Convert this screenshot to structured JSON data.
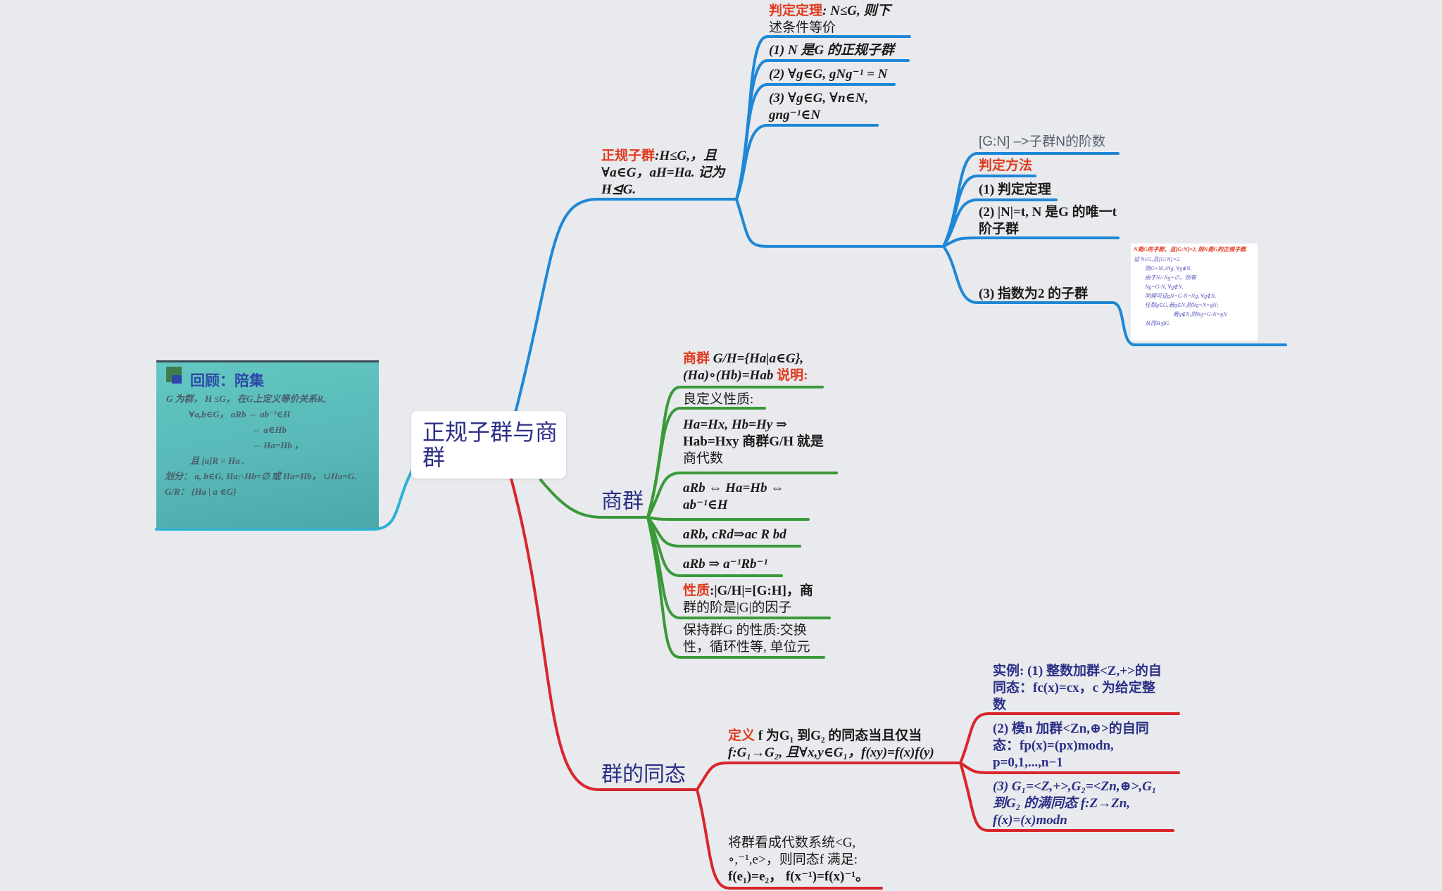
{
  "central_topic": "正规子群与商群",
  "photo": {
    "heading": "回顾：陪集",
    "lines": [
      "G 为群， H ≤G， 在G上定义等价关系R,",
      "∀a,b∈G， aRb ⇔ ab⁻¹∈H",
      "⇔ a∈Hb",
      "⇔ Ha=Hb ，",
      "且 [a]R = Ha .",
      "划分： a, b∈G, Ha∩Hb=∅ 或 Ha=Hb， ∪Ha=G.",
      "G/R： {Ha | a ∈G}"
    ]
  },
  "normal_subgroup": {
    "label": "正规子群",
    "text_a": ":H≤G,，且",
    "text_b": "∀a∈G，aH=Ha. 记为",
    "text_c": "H⊴G.",
    "theorem_label": "判定定理",
    "theorem_text_a": ": N≤G, 则下",
    "theorem_text_b": "述条件等价",
    "cond1": "(1) N 是G 的正规子群",
    "cond2": "(2) ∀g∈G, gNg⁻¹ = N",
    "cond3_a": "(3) ∀g∈G, ∀n∈N,",
    "cond3_b": "gng⁻¹∈N",
    "index_note": "[G:N] –>子群N的阶数",
    "method_label": "判定方法",
    "method1": "(1) 判定定理",
    "method2_a": "(2) |N|=t, N 是G 的唯一t",
    "method2_b": "阶子群",
    "method3": "(3) 指数为2 的子群",
    "thumb_title": "N是G的子群，且[G:N]=2, 则N是G的正规子群.",
    "thumb_lines": [
      "证  N≤G,且[G:N]=2.",
      "则G=N∪Ng, ∀g∉N,",
      "由于N∩Ng=∅，则有",
      "Ng=G-N, ∀g∉N.",
      "同理可证gN=G-N=Ng, ∀g∉N.",
      "任取g∈G,若g∈N,则Ng=N=gN;",
      "若g∉N,则Ng=G-N=gN",
      "从而H⊴G."
    ]
  },
  "quotient_group": {
    "label": "商群",
    "def_label": "商群",
    "def_a": " G/H={Ha|a∈G},",
    "def_b": "(Ha)∘(Hb)=Hab",
    "def_note": "说明:",
    "well_defined": "良定义性质:",
    "wd_a": "Ha=Hx, Hb=Hy ⇒",
    "wd_b": "Hab=Hxy 商群G/H 就是",
    "wd_c": "商代数",
    "rel1_a": "aRb ⇔  Ha=Hb ⇔",
    "rel1_b": "ab⁻¹∈H",
    "rel2": "aRb, cRd⇒ac R bd",
    "rel3": "aRb ⇒  a⁻¹Rb⁻¹",
    "prop_label": "性质",
    "prop_a": ":|G/H|=[G:H]，商",
    "prop_b": "群的阶是|G|的因子",
    "keep_a": "保持群G 的性质:交换",
    "keep_b": "性，循环性等, 单位元"
  },
  "homomorphism": {
    "label": "群的同态",
    "def_label": "定义",
    "def_a": " f 为G₁ 到G₂ 的同态当且仅当",
    "def_b": "f:G₁→G₂, 且∀x,y∈G₁，f(xy)=f(x)f(y)",
    "ex1_a": "实例: (1) 整数加群<Z,+>的自",
    "ex1_b": "同态：fc(x)=cx，c 为给定整",
    "ex1_c": "数",
    "ex2_a": "(2) 模n 加群<Zn,⊕>的自同",
    "ex2_b": "态：fp(x)=(px)modn,",
    "ex2_c": "p=0,1,...,n−1",
    "ex3_a": "(3) G₁=<Z,+>,G₂=<Zn,⊕>,G₁",
    "ex3_b": "到G₂ 的满同态 f:Z→Zn,",
    "ex3_c": "f(x)=(x)modn",
    "alg_a": "将群看成代数系统<G,",
    "alg_b": "∘,⁻¹,e>，则同态f 满足:",
    "alg_c": "f(e₁)=e₂， f(x⁻¹)=f(x)⁻¹。"
  },
  "colors": {
    "blue": "#1f87d6",
    "green": "#3a9a3a",
    "red": "#d8262c",
    "cyan": "#2bb3d6",
    "navy": "#2b2f86",
    "accent_red": "#e03a1e",
    "background": "#e8eaed"
  }
}
